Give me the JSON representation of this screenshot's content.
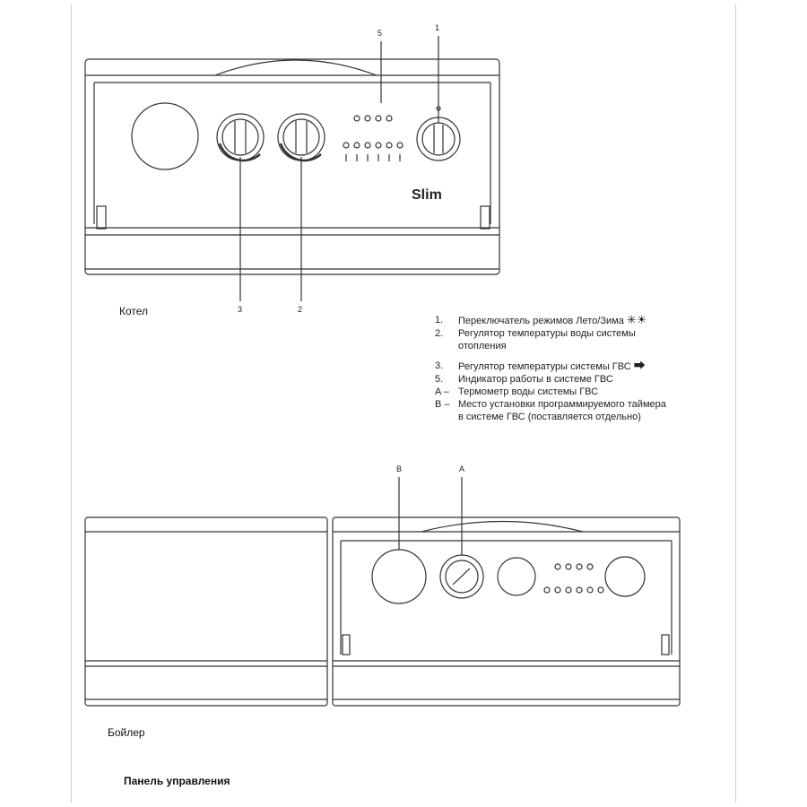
{
  "captions": {
    "kotel": "Котел",
    "boiler": "Бойлер",
    "panel": "Панель управления"
  },
  "callouts": {
    "top_1": "1",
    "top_5": "5",
    "bottom_3": "3",
    "bottom_2": "2",
    "label_b": "B",
    "label_a": "A"
  },
  "panel_logo": "Slim",
  "legend": [
    {
      "key": "1.",
      "text": "Переключатель режимов Лето/Зима",
      "icon": "snowflake-sun-icon"
    },
    {
      "key": "2.",
      "text": "Регулятор температуры воды системы",
      "cont": "отопления"
    },
    {
      "key": "3.",
      "text": "Регулятор температуры системы ГВС",
      "icon": "tap-icon"
    },
    {
      "key": "5.",
      "text": "Индикатор работы в системе ГВС"
    },
    {
      "key": "A –",
      "text": "Термометр воды системы ГВС"
    },
    {
      "key": "B –",
      "text": "Место установки программируемого таймера",
      "cont": "в системе ГВС (поставляется отдельно)"
    }
  ]
}
